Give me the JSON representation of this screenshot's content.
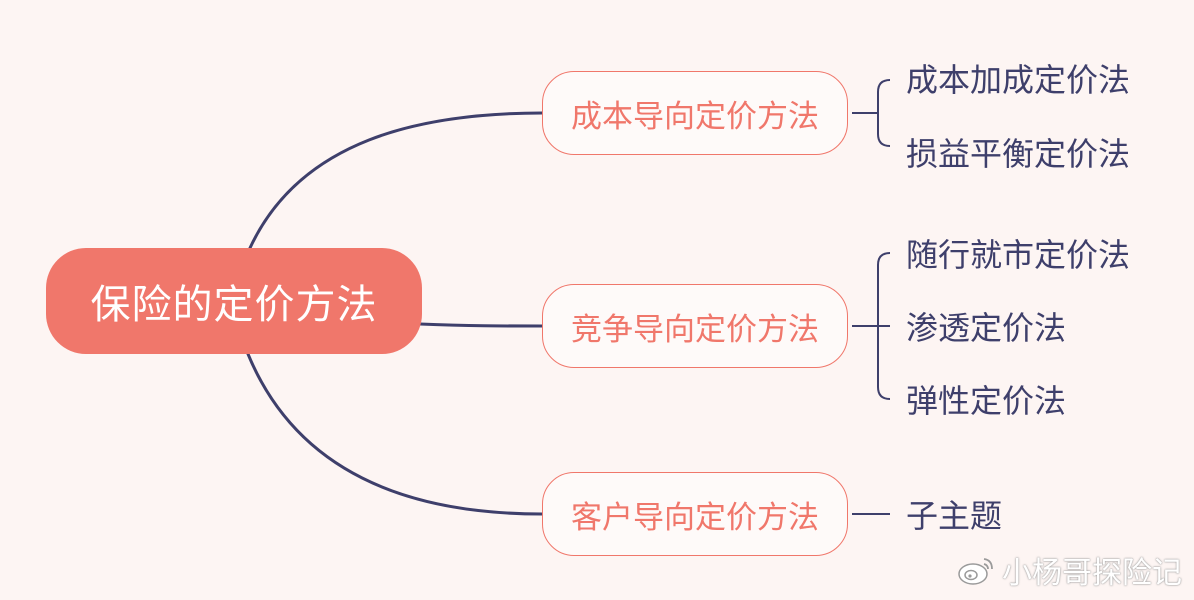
{
  "root": {
    "label": "保险的定价方法"
  },
  "branches": [
    {
      "label": "成本导向定价方法",
      "children": [
        "成本加成定价法",
        "损益平衡定价法"
      ]
    },
    {
      "label": "竞争导向定价方法",
      "children": [
        "随行就市定价法",
        "渗透定价法",
        "弹性定价法"
      ]
    },
    {
      "label": "客户导向定价方法",
      "children": [
        "子主题"
      ]
    }
  ],
  "watermark": {
    "text": "小杨哥探险记",
    "icon": "weibo-icon"
  },
  "colors": {
    "root_fill": "#f0776b",
    "branch_border": "#f0776b",
    "line": "#3e3f6b",
    "background": "#fdf5f3"
  }
}
